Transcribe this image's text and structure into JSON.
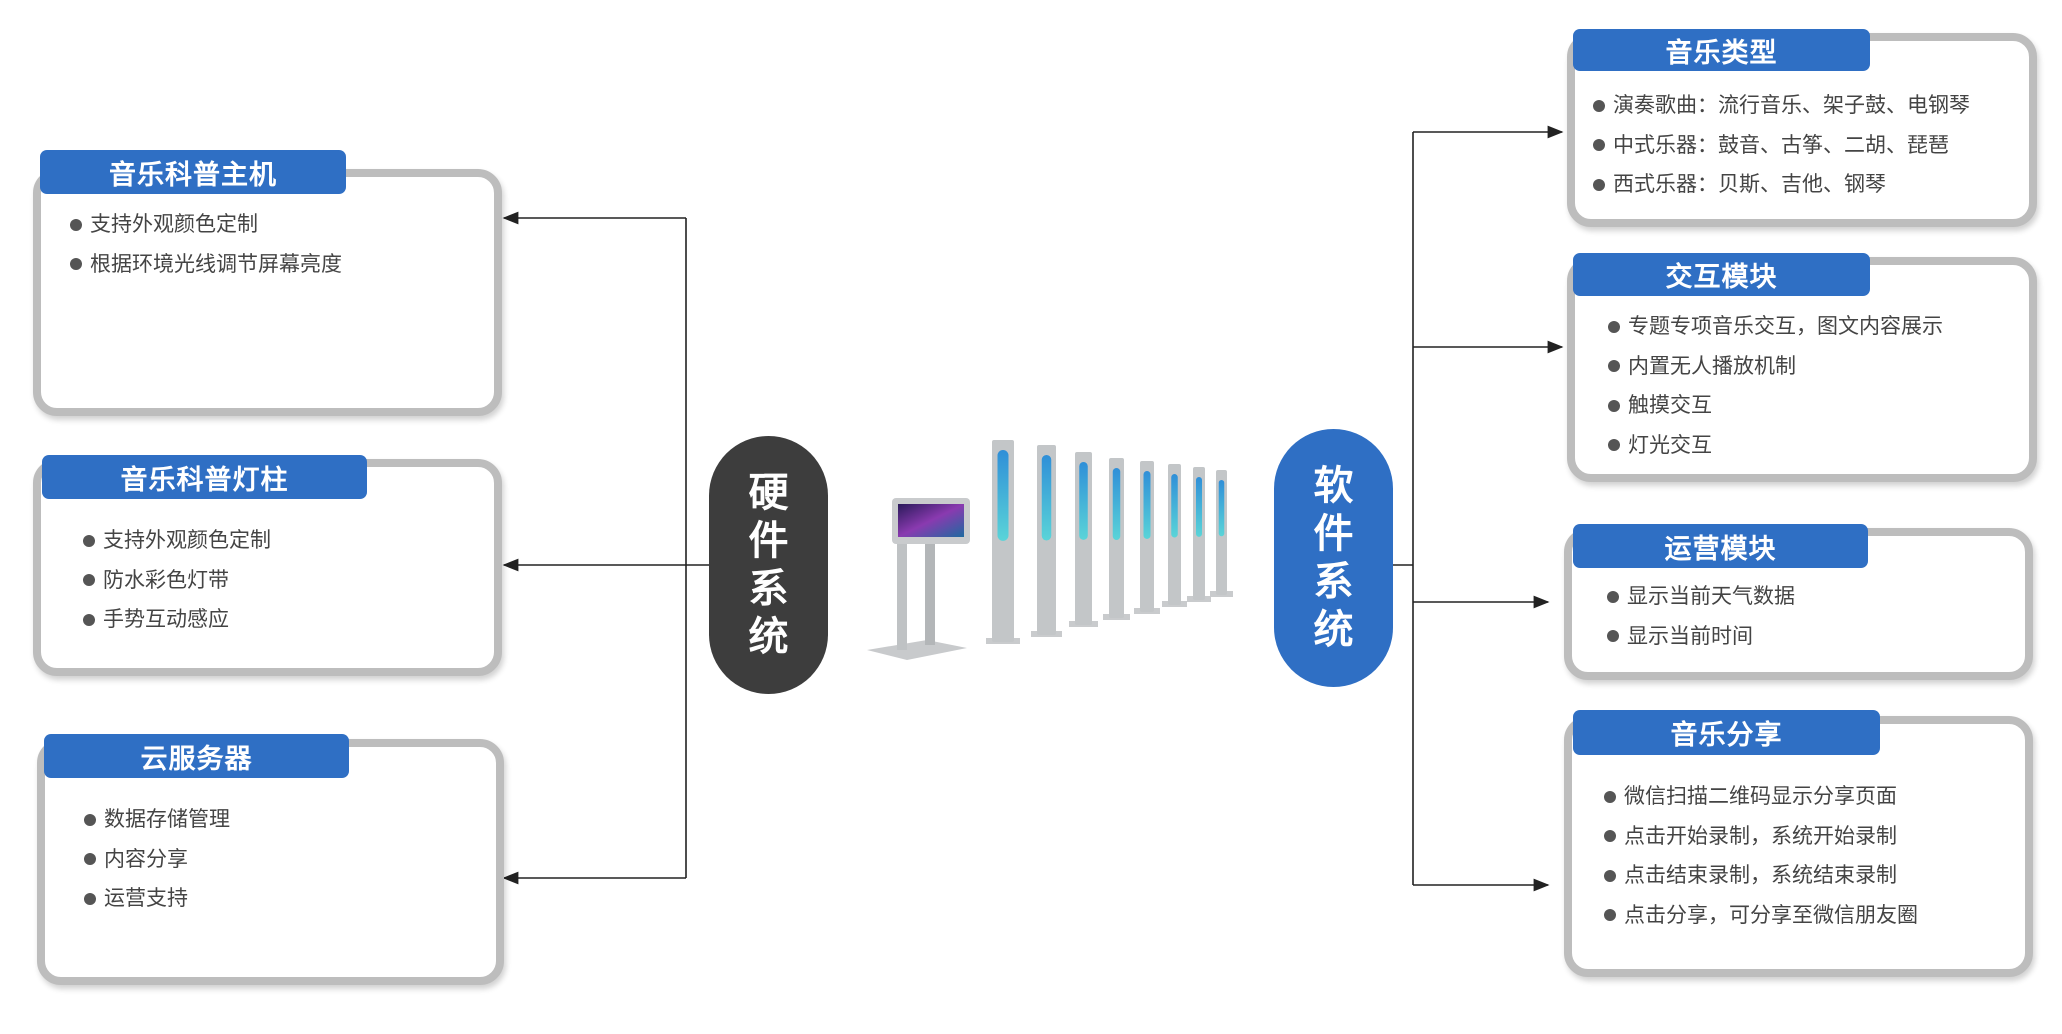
{
  "hardware": {
    "label_chars": [
      "硬",
      "件",
      "系",
      "统"
    ],
    "modules": [
      {
        "title": "音乐科普主机",
        "items": [
          "支持外观颜色定制",
          "根据环境光线调节屏幕亮度"
        ]
      },
      {
        "title": "音乐科普灯柱",
        "items": [
          "支持外观颜色定制",
          "防水彩色灯带",
          "手势互动感应"
        ]
      },
      {
        "title": "云服务器",
        "items": [
          "数据存储管理",
          "内容分享",
          "运营支持"
        ]
      }
    ]
  },
  "software": {
    "label_chars": [
      "软",
      "件",
      "系",
      "统"
    ],
    "modules": [
      {
        "title": "音乐类型",
        "items": [
          "演奏歌曲：流行音乐、架子鼓、电钢琴",
          "中式乐器：鼓音、古筝、二胡、琵琶",
          "西式乐器：贝斯、吉他、钢琴"
        ]
      },
      {
        "title": "交互模块",
        "items": [
          "专题专项音乐交互，图文内容展示",
          "内置无人播放机制",
          "触摸交互",
          "灯光交互"
        ]
      },
      {
        "title": "运营模块",
        "items": [
          "显示当前天气数据",
          "显示当前时间"
        ]
      },
      {
        "title": "音乐分享",
        "items": [
          "微信扫描二维码显示分享页面",
          "点击开始录制，系统开始录制",
          "点击结束录制，系统结束录制",
          "点击分享，可分享至微信朋友圈"
        ]
      }
    ]
  },
  "colors": {
    "tab_blue": "#2f6fc4",
    "hardware_pill": "#3d3d3d",
    "software_pill": "#2f6fc4",
    "box_border": "#bdbdbd",
    "text": "#444444"
  }
}
